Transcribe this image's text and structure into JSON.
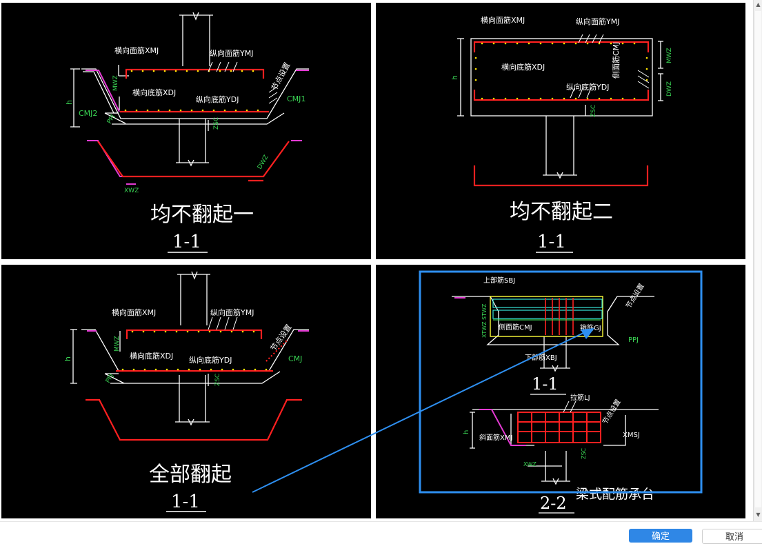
{
  "panels": [
    {
      "title": "均不翻起一",
      "section": "1-1",
      "labels": {
        "xmj": "横向面筋XMJ",
        "ymj": "纵向面筋YMJ",
        "xdj": "横向底筋XDJ",
        "ydj": "纵向底筋YDJ",
        "jdsz": "节点设置",
        "cmj1": "CMJ1",
        "cmj2": "CMJ2",
        "mwz": "MWZ",
        "ppj": "PPJ",
        "zsc": "ZSC",
        "h": "h",
        "dwz": "DWZ",
        "xwz": "XWZ"
      }
    },
    {
      "title": "均不翻起二",
      "section": "1-1",
      "labels": {
        "xmj": "横向面筋XMJ",
        "ymj": "纵向面筋YMJ",
        "xdj": "横向底筋XDJ",
        "ydj": "纵向底筋YDJ",
        "cmj": "侧面筋CMJ",
        "mwz": "MWZ",
        "dwz": "DWZ",
        "h": "h",
        "zsc": "ZSC"
      }
    },
    {
      "title": "全部翻起",
      "section": "1-1",
      "labels": {
        "xmj": "横向面筋XMJ",
        "ymj": "纵向面筋YMJ",
        "xdj": "横向底筋XDJ",
        "ydj": "纵向底筋YDJ",
        "jdsz": "节点设置",
        "cmj": "CMJ",
        "mwz": "MWZ",
        "ppj": "PPJ",
        "zsc": "ZSC",
        "h": "h"
      }
    },
    {
      "title": "梁式配筋承台",
      "section_a": "1-1",
      "section_b": "2-2",
      "labels": {
        "sbj": "上部筋SBJ",
        "cmj": "侧面筋CMJ",
        "gj": "箍筋GJ",
        "xbj": "下部筋XBJ",
        "jdsz": "节点设置",
        "ppj": "PPJ",
        "stwz": "STWZ",
        "xtwz": "XTWZ",
        "lj": "拉筋LJ",
        "xmj": "斜面筋XMJ",
        "xmsj": "XMSJ",
        "xwz": "XWZ",
        "zsc": "ZSC",
        "h": "h"
      }
    }
  ],
  "footer": {
    "ok_label": "确定",
    "cancel_label": "取消"
  },
  "colors": {
    "highlight": "#2e8ff0",
    "rebar": "#ff1a1a",
    "dim": "#39d353",
    "magenta": "#e43ad3",
    "yellow": "#ffff3a"
  }
}
